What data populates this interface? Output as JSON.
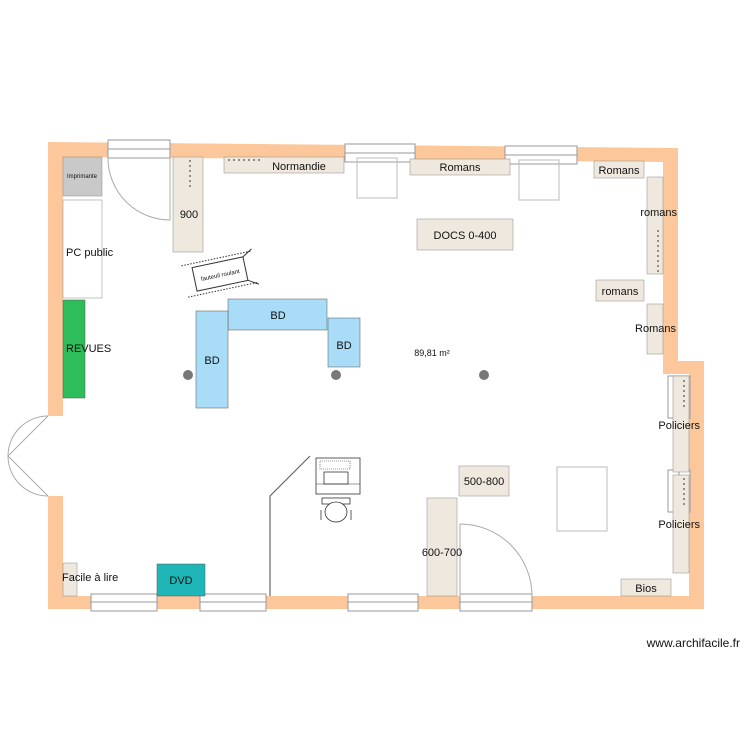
{
  "colors": {
    "wall": "#fcc89b",
    "furniture": "#efe8de",
    "furniture_stroke": "#6b6b6b",
    "bd": "#a8dcf7",
    "revues": "#2ebd5b",
    "dvd": "#1eb6b7",
    "printer": "#c9c9c9"
  },
  "labels": {
    "imprimante": "Imprimante",
    "pc_public": "PC public",
    "revues": "REVUES",
    "facile_a_lire": "Facile à lire",
    "dvd": "DVD",
    "shelf_900": "900",
    "normandie": "Normandie",
    "romans_top": "Romans",
    "romans_top_right": "Romans",
    "romans_right_vertical": "romans",
    "romans_small": "romans",
    "romans_right_lower": "Romans",
    "docs_0_400": "DOCS 0-400",
    "fauteuil_roulant": "fauteuil roulant",
    "bd_top": "BD",
    "bd_left": "BD",
    "bd_right": "BD",
    "area": "89,81 m²",
    "policiers_1": "Policiers",
    "policiers_2": "Policiers",
    "shelf_500_800": "500-800",
    "shelf_600_700": "600-700",
    "bios": "Bios"
  },
  "watermark": "www.archifacile.fr",
  "icons": {
    "door": "door-swing-icon",
    "window": "window-icon",
    "pillar": "pillar-icon",
    "wheelchair": "wheelchair-icon",
    "desk_chair": "desk-chair-icon"
  }
}
